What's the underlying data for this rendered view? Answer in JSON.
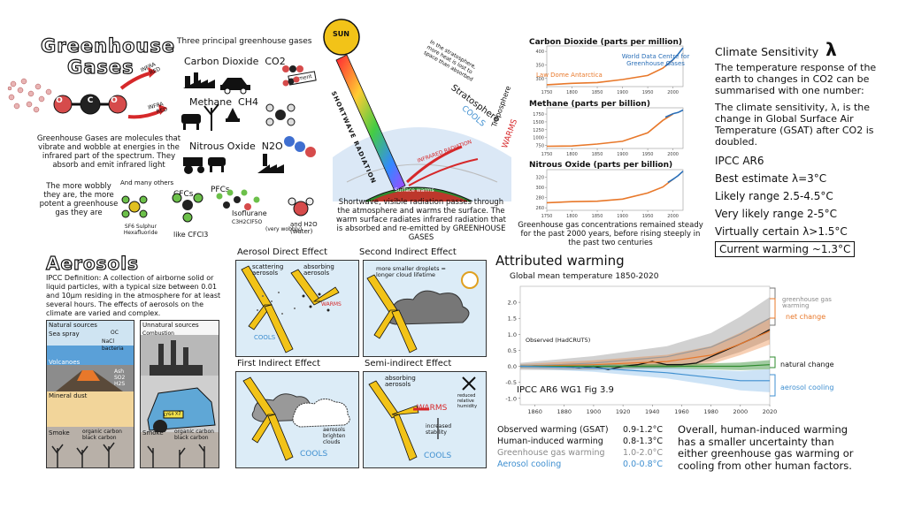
{
  "greenhouse": {
    "title_line1": "Greenhouse",
    "title_line2": "Gases",
    "infra_red_1a": "INFRA",
    "infra_red_1b": "RED",
    "infra_red_2a": "INFRA",
    "infra_red_2b": "RED",
    "molecule_atom_o": "O",
    "molecule_atom_c": "C",
    "description": "Greenhouse Gases are molecules that vibrate and wobble at energies in the infrared part of the spectrum. They absorb and emit infrared light",
    "wobbly_text": "The more wobbly they are, the more potent a greenhouse gas they are",
    "three_principal": "Three principal greenhouse gases",
    "co2_label": "Carbon Dioxide",
    "co2_formula": "CO2",
    "methane_label": "Methane",
    "methane_formula": "CH4",
    "n2o_label": "Nitrous Oxide",
    "n2o_formula": "N2O",
    "cement_label": "cement",
    "many_others": "And many others",
    "cfcs": "CFCs",
    "pfcs": "PFCs",
    "sf6": "SF6 Sulphur Hexafluoride",
    "cfcl3": "like CFCl3",
    "isoflurane": "Isoflurane",
    "isoflurane_formula": "C3H2ClF5O",
    "very_wobbly": "(very wobbly)",
    "h2o": "and H2O (water)"
  },
  "atmosphere": {
    "sun": "SUN",
    "shortwave": "SHORTWAVE RADIATION",
    "stratosphere": "Stratosphere",
    "cools": "COOLS",
    "troposphere": "Troposphere",
    "warms": "WARMS",
    "infrared_radiation": "INFRARED RADIATION",
    "surface_warms": "Surface warms",
    "strat_note": "In the stratosphere, more heat is lost to space than absorbed",
    "caption": "Shortwave, visible radiation passes through the atmosphere and warms the surface. The warm surface radiates infrared radiation that is absorbed and re-emitted by GREENHOUSE GASES"
  },
  "concentrations": {
    "co2_title": "Carbon Dioxide (parts per million)",
    "wdc_label": "World Data Centre for Greenhouse Gases",
    "law_dome": "Law Dome Antarctica",
    "ch4_title": "Methane (parts per billion)",
    "n2o_title": "Nitrous Oxide (parts per billion)",
    "caption": "Greenhouse gas concentrations remained steady for the past 2000 years, before rising steeply in the past two centuries",
    "x_ticks": [
      "1750",
      "1800",
      "1850",
      "1900",
      "1950",
      "2000"
    ],
    "co2_yticks": [
      "400",
      "350",
      "300"
    ],
    "ch4_yticks": [
      "1750",
      "1500",
      "1250",
      "1000",
      "750"
    ],
    "n2o_yticks": [
      "320",
      "300",
      "280",
      "260"
    ]
  },
  "sensitivity": {
    "title": "Climate Sensitivity",
    "lambda_symbol": "λ",
    "intro": "The temperature response of the earth to changes in CO2 can be summarised with one number:",
    "definition": "The climate sensitivity, λ, is the change in Global Surface Air Temperature (GSAT) after CO2 is doubled.",
    "ipcc": "IPCC AR6",
    "best": "Best estimate λ=3°C",
    "likely": "Likely range 2.5-4.5°C",
    "very_likely": "Very likely range 2-5°C",
    "virtually": "Virtually certain λ>1.5°C",
    "current": "Current warming ~1.3°C"
  },
  "aerosols": {
    "title": "Aerosols",
    "definition": "IPCC Definition: A collection of airborne solid or liquid particles, with a typical size between 0.01 and 10μm residing in the atmosphere for at least several hours. The effects of aerosols on the climate are varied and complex.",
    "natural_sources": "Natural sources",
    "sea_spray": "Sea spray",
    "oc": "OC",
    "nacl": "NaCl",
    "bacteria": "bacteria",
    "volcanoes": "Volcanoes",
    "ash": "Ash SO2 H2S",
    "mineral_dust": "Mineral dust",
    "smoke_1": "Smoke",
    "organic_1": "organic carbon black carbon",
    "unnatural_sources": "Unnatural sources",
    "combustion": "Combustion",
    "plate": "LY64 X2",
    "smoke_2": "Smoke",
    "organic_2": "organic carbon black carbon"
  },
  "effects": {
    "direct_title": "Aerosol Direct Effect",
    "scattering": "scattering aerosols",
    "absorbing": "absorbing aerosols",
    "warms_1": "WARMS",
    "cools_1": "COOLS",
    "second_title": "Second Indirect Effect",
    "second_note": "more smaller droplets = longer cloud lifetime",
    "first_title": "First Indirect Effect",
    "brighten": "aerosols brighten clouds",
    "cools_2": "COOLS",
    "semi_title": "Semi-indirect Effect",
    "absorbing_2": "absorbing aerosols",
    "warms_2": "WARMS",
    "reduced": "reduced relative humidity",
    "stability": "increased stability",
    "cools_3": "COOLS"
  },
  "attributed": {
    "title": "Attributed warming",
    "subtitle": "Global mean temperature 1850-2020",
    "observed_label": "Observed (HadCRUT5)",
    "ghg_label": "greenhouse gas warming",
    "net_label": "net change",
    "natural_label": "natural change",
    "aerosol_label": "aerosol cooling",
    "fig_ref": "IPCC AR6 WG1 Fig 3.9",
    "y_ticks": [
      "2.0",
      "1.5",
      "1.0",
      "0.5",
      "0.0",
      "-0.5",
      "-1.0"
    ],
    "x_ticks": [
      "1860",
      "1880",
      "1900",
      "1920",
      "1940",
      "1960",
      "1980",
      "2000",
      "2020"
    ],
    "table": [
      {
        "label": "Observed warming (GSAT)",
        "value": "0.9-1.2°C",
        "color": "#111111"
      },
      {
        "label": "Human-induced warming",
        "value": "0.8-1.3°C",
        "color": "#111111"
      },
      {
        "label": "Greenhouse gas warming",
        "value": "1.0-2.0°C",
        "color": "#8a8a8a"
      },
      {
        "label": "Aerosol cooling",
        "value": "0.0-0.8°C",
        "color": "#3f8fd0"
      }
    ],
    "conclusion": "Overall, human-induced warming has a smaller uncertainty than either greenhouse gas warming or cooling from other human factors."
  },
  "colors": {
    "orange": "#e8782a",
    "blue": "#2a6fb8",
    "green": "#2e8b2e",
    "yellow": "#f2c318",
    "red": "#d6282a",
    "grey": "#9a9a9a"
  },
  "chart_data": [
    {
      "type": "line",
      "title": "Carbon Dioxide (parts per million)",
      "ylim": [
        270,
        420
      ],
      "xlim": [
        1750,
        2020
      ],
      "series": [
        {
          "name": "Law Dome Antarctica",
          "x": [
            1750,
            1800,
            1850,
            1900,
            1950,
            1980,
            2000
          ],
          "values": [
            277,
            282,
            285,
            296,
            311,
            338,
            368
          ]
        },
        {
          "name": "World Data Centre for Greenhouse Gases",
          "x": [
            1985,
            2000,
            2010,
            2020
          ],
          "values": [
            346,
            369,
            389,
            413
          ]
        }
      ]
    },
    {
      "type": "line",
      "title": "Methane (parts per billion)",
      "ylim": [
        650,
        1950
      ],
      "xlim": [
        1750,
        2020
      ],
      "series": [
        {
          "name": "Law Dome Antarctica",
          "x": [
            1750,
            1800,
            1850,
            1900,
            1950,
            1980,
            2000
          ],
          "values": [
            720,
            730,
            790,
            880,
            1150,
            1550,
            1750
          ]
        },
        {
          "name": "World Data Centre for Greenhouse Gases",
          "x": [
            1985,
            2000,
            2010,
            2020
          ],
          "values": [
            1650,
            1760,
            1800,
            1880
          ]
        }
      ]
    },
    {
      "type": "line",
      "title": "Nitrous Oxide (parts per billion)",
      "ylim": [
        255,
        335
      ],
      "xlim": [
        1750,
        2020
      ],
      "series": [
        {
          "name": "Law Dome Antarctica",
          "x": [
            1750,
            1800,
            1850,
            1900,
            1950,
            1980,
            2000
          ],
          "values": [
            270,
            272,
            273,
            277,
            289,
            301,
            316
          ]
        },
        {
          "name": "World Data Centre for Greenhouse Gases",
          "x": [
            1990,
            2000,
            2010,
            2020
          ],
          "values": [
            310,
            316,
            323,
            332
          ]
        }
      ]
    },
    {
      "type": "line",
      "title": "Global mean temperature 1850-2020",
      "ylim": [
        -1.2,
        2.5
      ],
      "xlim": [
        1850,
        2020
      ],
      "series": [
        {
          "name": "Observed (HadCRUT5)",
          "x": [
            1850,
            1870,
            1880,
            1890,
            1900,
            1910,
            1920,
            1930,
            1940,
            1950,
            1960,
            1970,
            1980,
            1990,
            2000,
            2010,
            2020
          ],
          "values": [
            0.0,
            0.03,
            0.0,
            -0.05,
            0.0,
            -0.1,
            0.0,
            0.05,
            0.15,
            0.05,
            0.05,
            0.1,
            0.3,
            0.5,
            0.7,
            0.9,
            1.15
          ]
        },
        {
          "name": "greenhouse gas warming",
          "x": [
            1850,
            1900,
            1950,
            1980,
            2000,
            2020
          ],
          "values": [
            0.0,
            0.1,
            0.3,
            0.6,
            1.0,
            1.5
          ]
        },
        {
          "name": "net change",
          "x": [
            1850,
            1900,
            1950,
            1980,
            2000,
            2020
          ],
          "values": [
            0.0,
            0.05,
            0.15,
            0.35,
            0.7,
            1.1
          ]
        },
        {
          "name": "natural change",
          "x": [
            1850,
            1900,
            1950,
            1980,
            2000,
            2020
          ],
          "values": [
            0.0,
            0.0,
            0.0,
            0.0,
            0.0,
            0.05
          ]
        },
        {
          "name": "aerosol cooling",
          "x": [
            1850,
            1900,
            1950,
            1980,
            2000,
            2020
          ],
          "values": [
            0.0,
            -0.05,
            -0.2,
            -0.35,
            -0.45,
            -0.45
          ]
        }
      ]
    }
  ]
}
